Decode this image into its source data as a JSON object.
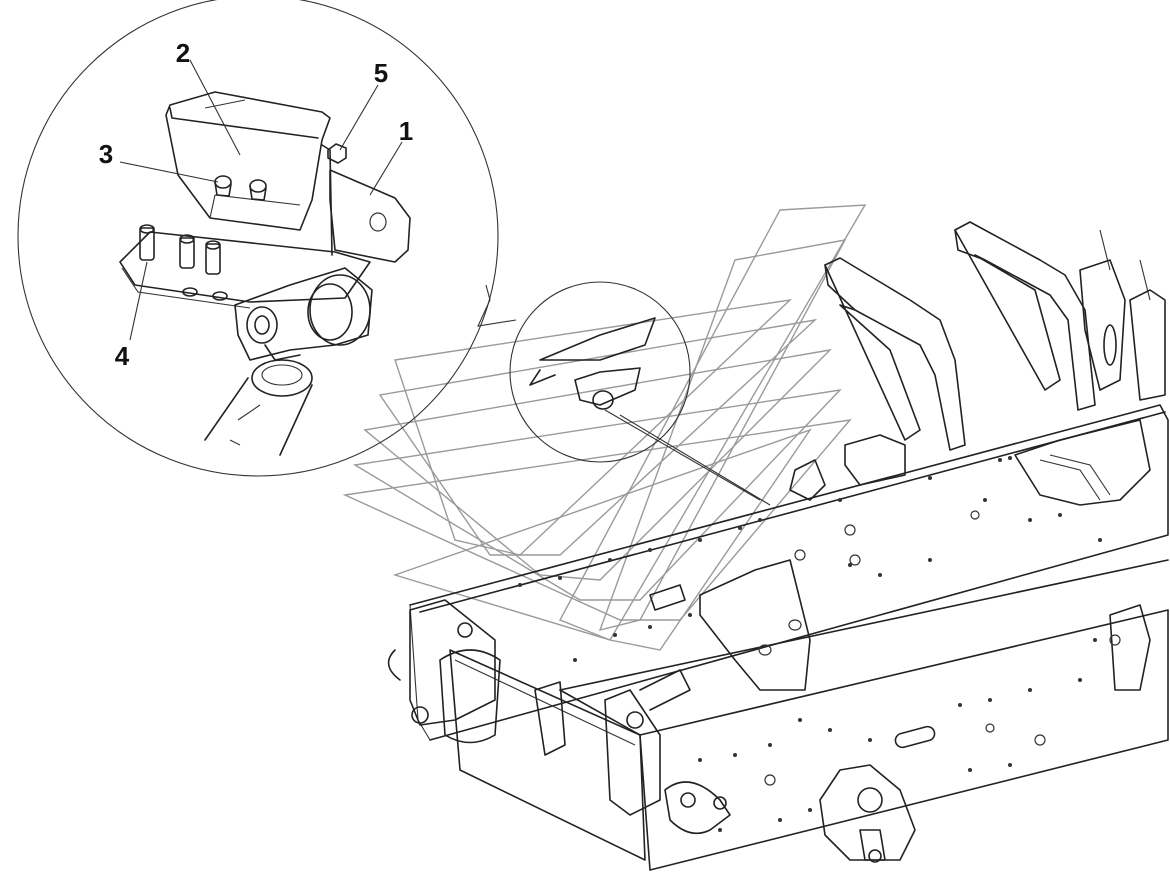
{
  "diagram": {
    "callouts": [
      {
        "id": "1",
        "label": "1"
      },
      {
        "id": "2",
        "label": "2"
      },
      {
        "id": "3",
        "label": "3"
      },
      {
        "id": "4",
        "label": "4"
      },
      {
        "id": "5",
        "label": "5"
      }
    ],
    "colors": {
      "line": "#222222",
      "watermark": "#9a9a9a",
      "background": "#ffffff"
    }
  }
}
